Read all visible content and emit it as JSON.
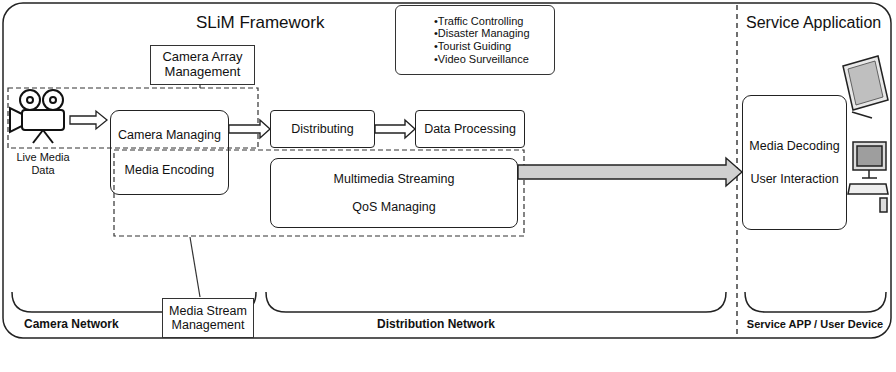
{
  "diagram": {
    "nodes": [
      {
        "text": [
          "•Traffic Controlling",
          "•Disaster Managing",
          "•Tourist Guiding",
          "•Video Surveillance"
        ]
      },
      {
        "text": [
          "Camera Array Management"
        ]
      },
      {
        "text": [
          "Camera Managing",
          "Media Encoding"
        ]
      },
      {
        "text": [
          "Distributing"
        ]
      },
      {
        "text": [
          "Data Processing"
        ]
      },
      {
        "text": [
          "Multimedia Streaming",
          "QoS Managing"
        ]
      },
      {
        "text": [
          "Media Decoding",
          "User Interaction"
        ]
      },
      {
        "text": [
          "Media Stream Management"
        ]
      }
    ],
    "edges": [
      {
        "from": 2,
        "to": 3,
        "arrow": "to"
      },
      {
        "from": 3,
        "to": 4,
        "arrow": "to"
      },
      {
        "from": 5,
        "to": 6,
        "arrow": "to"
      }
    ],
    "labels": [
      "SLiM Framework",
      "Service Application",
      "Live Media Data",
      "Camera Network",
      "Distribution Network",
      "Service APP / User Device"
    ]
  }
}
